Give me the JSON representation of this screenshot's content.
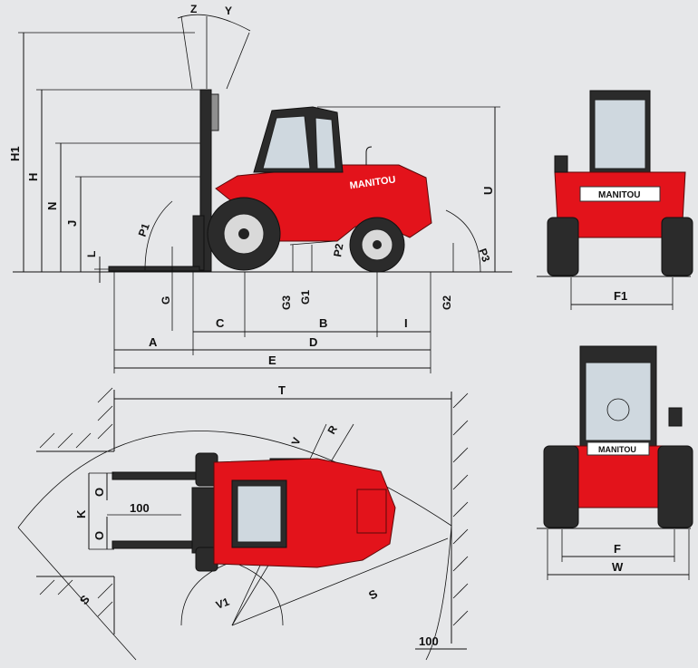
{
  "brand": {
    "name": "MANITOU",
    "accent": "#e3131b"
  },
  "side_view": {
    "height_labels": [
      "H1",
      "H",
      "N",
      "J",
      "L"
    ],
    "mast_tilt_labels": [
      "Z",
      "Y"
    ],
    "angle_labels": [
      "P1",
      "P2",
      "P3"
    ],
    "right_height_label": "U",
    "clearance_labels": [
      "G",
      "G3",
      "G1",
      "G2"
    ],
    "length_labels": {
      "c": "C",
      "b": "B",
      "i": "I",
      "a": "A",
      "d": "D",
      "e": "E"
    }
  },
  "rear_view": {
    "width_label": "F1"
  },
  "front_view": {
    "width_labels": [
      "F",
      "W"
    ]
  },
  "top_view": {
    "total_label": "T",
    "labels": [
      "V",
      "R",
      "K",
      "O",
      "O",
      "S",
      "V1",
      "S"
    ],
    "dimension_values": [
      "100",
      "100"
    ]
  }
}
